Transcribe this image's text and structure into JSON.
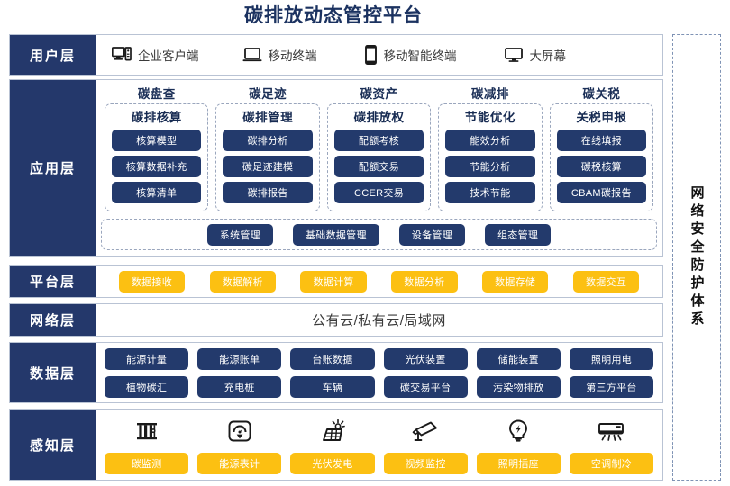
{
  "title": "碳排放动态管控平台",
  "security_column": {
    "label": "网络安全防护体系"
  },
  "layers": {
    "user": {
      "label": "用户层",
      "items": [
        {
          "icon": "desktop-tower-icon",
          "label": "企业客户端"
        },
        {
          "icon": "laptop-icon",
          "label": "移动终端"
        },
        {
          "icon": "smartphone-icon",
          "label": "移动智能终端"
        },
        {
          "icon": "monitor-icon",
          "label": "大屏幕"
        }
      ]
    },
    "application": {
      "label": "应用层",
      "columns": [
        {
          "title": "碳盘查",
          "box_title": "碳排核算",
          "items": [
            "核算模型",
            "核算数据补充",
            "核算清单"
          ]
        },
        {
          "title": "碳足迹",
          "box_title": "碳排管理",
          "items": [
            "碳排分析",
            "碳足迹建模",
            "碳排报告"
          ]
        },
        {
          "title": "碳资产",
          "box_title": "碳排放权",
          "items": [
            "配额考核",
            "配额交易",
            "CCER交易"
          ]
        },
        {
          "title": "碳减排",
          "box_title": "节能优化",
          "items": [
            "能效分析",
            "节能分析",
            "技术节能"
          ]
        },
        {
          "title": "碳关税",
          "box_title": "关税申报",
          "items": [
            "在线填报",
            "碳税核算",
            "CBAM碳报告"
          ]
        }
      ],
      "common": [
        "系统管理",
        "基础数据管理",
        "设备管理",
        "组态管理"
      ]
    },
    "platform": {
      "label": "平台层",
      "items": [
        "数据接收",
        "数据解析",
        "数据计算",
        "数据分析",
        "数据存储",
        "数据交互"
      ]
    },
    "network": {
      "label": "网络层",
      "text": "公有云/私有云/局域网"
    },
    "data": {
      "label": "数据层",
      "row1": [
        "能源计量",
        "能源账单",
        "台账数据",
        "光伏装置",
        "储能装置",
        "照明用电"
      ],
      "row2": [
        "植物碳汇",
        "充电桩",
        "车辆",
        "碳交易平台",
        "污染物排放",
        "第三方平台"
      ]
    },
    "sensing": {
      "label": "感知层",
      "items": [
        {
          "icon": "carbon-sensor-icon",
          "label": "碳监测"
        },
        {
          "icon": "energy-meter-icon",
          "label": "能源表计"
        },
        {
          "icon": "solar-panel-icon",
          "label": "光伏发电"
        },
        {
          "icon": "cctv-camera-icon",
          "label": "视频监控"
        },
        {
          "icon": "light-bulb-icon",
          "label": "照明插座"
        },
        {
          "icon": "air-conditioner-icon",
          "label": "空调制冷"
        }
      ]
    }
  },
  "colors": {
    "navy": "#24386b",
    "amber": "#fcc012",
    "border": "#b9c3d4",
    "title": "#1b3260"
  }
}
